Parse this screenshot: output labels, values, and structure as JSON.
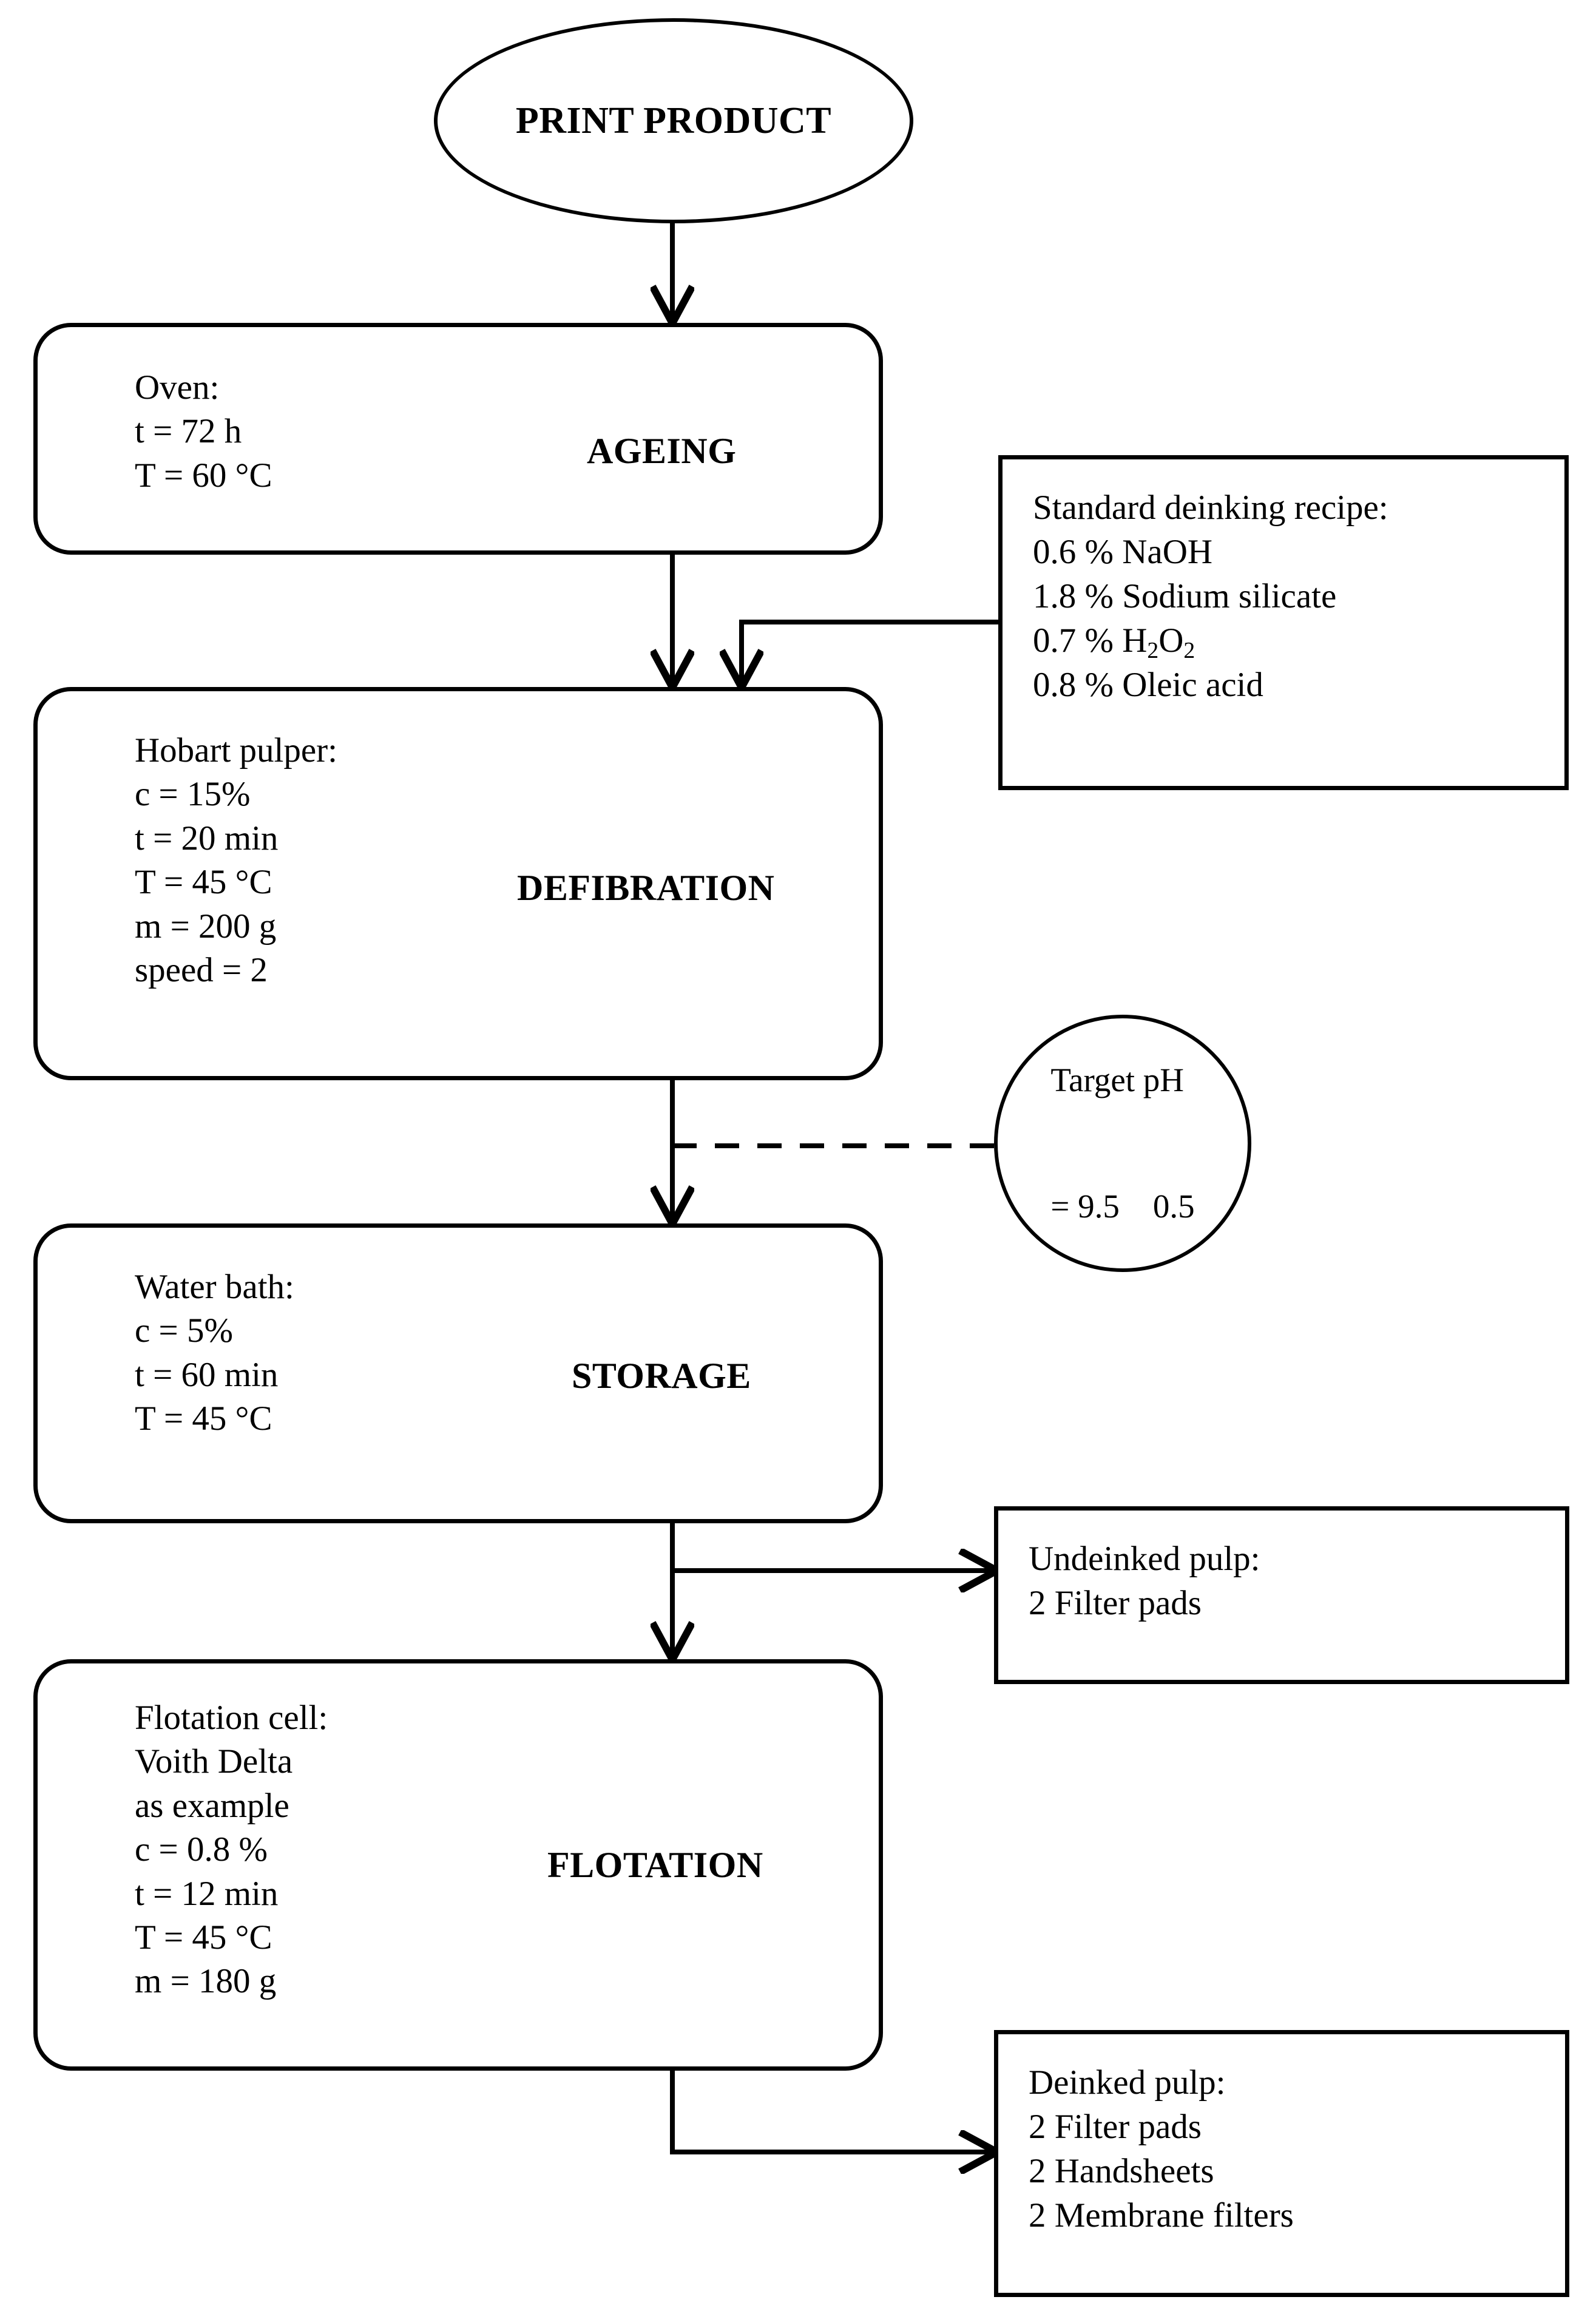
{
  "diagram": {
    "title_node": {
      "label": "PRINT\nPRODUCT",
      "shape": "ellipse"
    },
    "stages": [
      {
        "id": "ageing",
        "name": "AGEING",
        "params": "Oven:\nt = 72 h\nT = 60 °C"
      },
      {
        "id": "defibration",
        "name": "DEFIBRATION",
        "params": "Hobart pulper:\nc = 15%\nt = 20 min\nT = 45 °C\nm = 200 g\nspeed = 2"
      },
      {
        "id": "storage",
        "name": "STORAGE",
        "params": "Water bath:\nc = 5%\nt = 60 min\nT = 45 °C"
      },
      {
        "id": "flotation",
        "name": "FLOTATION",
        "params": "Flotation cell:\nVoith Delta\nas example\nc = 0.8 %\nt = 12 min\nT = 45 °C\nm = 180 g"
      }
    ],
    "recipe_note": {
      "heading": "Standard deinking recipe:",
      "lines": [
        "0.6 % NaOH",
        "1.8 % Sodium silicate",
        "0.7 % H2O2",
        "0.8 % Oleic acid"
      ],
      "line3_prefix": "0.7 % H",
      "line3_sub1": "2",
      "line3_mid": "O",
      "line3_sub2": "2"
    },
    "ph_note": {
      "line1": "Target pH",
      "line2": "= 9.5    0.5"
    },
    "undeinked_note": {
      "heading": "Undeinked pulp:",
      "lines": [
        "2 Filter pads"
      ]
    },
    "deinked_note": {
      "heading": "Deinked pulp:",
      "lines": [
        "2 Filter pads",
        "2 Handsheets",
        "2 Membrane filters"
      ]
    },
    "colors": {
      "stroke": "#000000",
      "background": "#ffffff"
    }
  }
}
